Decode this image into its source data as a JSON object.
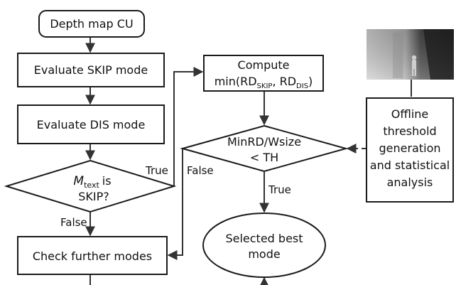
{
  "nodes": {
    "depth_map_cu": "Depth map CU",
    "evaluate_skip": "Evaluate SKIP mode",
    "evaluate_dis": "Evaluate DIS mode",
    "decision_mtext": {
      "m": "M",
      "sub": "text",
      "is": "is",
      "line2": "SKIP?"
    },
    "check_further": "Check further modes",
    "compute_min": {
      "line1": "Compute",
      "prefix": "min(RD",
      "sub1": "SKIP",
      "sep": ", RD",
      "sub2": "DIS",
      "suffix": ")"
    },
    "decision_minrd": {
      "line1": "MinRD/Wsize",
      "line2": "< TH"
    },
    "selected_best": {
      "line1": "Selected best",
      "line2": "mode"
    },
    "offline": {
      "line1": "Offline",
      "line2": "threshold",
      "line3": "generation",
      "line4": "and statistical",
      "line5": "analysis"
    }
  },
  "edge_labels": {
    "mtext_true": "True",
    "mtext_false": "False",
    "minrd_false": "False",
    "minrd_true": "True"
  },
  "colors": {
    "stroke": "#1a1a1a",
    "edge": "#333333",
    "depth_image_dark": "#2a2a2a",
    "depth_image_light": "#c8c8c8"
  }
}
